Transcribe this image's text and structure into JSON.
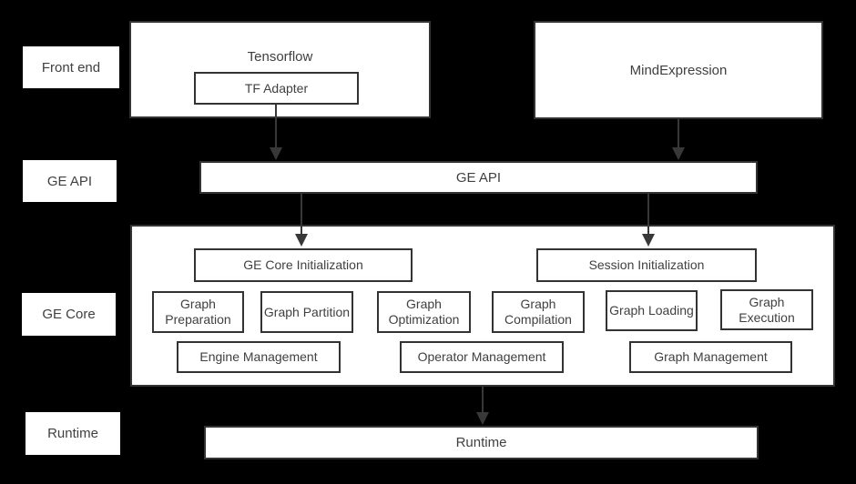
{
  "colors": {
    "background": "#000000",
    "box_fill": "#ffffff",
    "border_dark": "#333333",
    "text": "#404040",
    "arrow": "#383838"
  },
  "row_labels": {
    "front_end": "Front end",
    "ge_api": "GE API",
    "ge_core": "GE Core",
    "runtime": "Runtime"
  },
  "front_end": {
    "tensorflow_title": "Tensorflow",
    "tf_adapter": "TF Adapter",
    "mind_expression": "MindExpression"
  },
  "ge_api_bar": "GE API",
  "ge_core": {
    "core_init": "GE Core Initialization",
    "session_init": "Session Initialization",
    "stages": [
      "Graph Preparation",
      "Graph Partition",
      "Graph Optimization",
      "Graph Compilation",
      "Graph Loading",
      "Graph Execution"
    ],
    "management": [
      "Engine Management",
      "Operator Management",
      "Graph Management"
    ]
  },
  "runtime_bar": "Runtime"
}
